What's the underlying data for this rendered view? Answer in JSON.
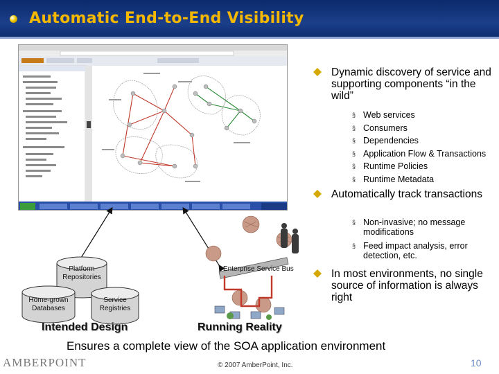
{
  "slide": {
    "title": "Automatic End-to-End Visibility",
    "tagline": "Ensures a complete view of the SOA application environment",
    "copyright": "© 2007 AmberPoint, Inc.",
    "page_number": "10",
    "logo": "AMBERPOINT"
  },
  "bullets": [
    {
      "text": "Dynamic discovery of service and supporting components “in the wild”",
      "items": [
        "Web services",
        "Consumers",
        "Dependencies",
        "Application Flow & Transactions",
        "Runtime Policies",
        "Runtime Metadata"
      ]
    },
    {
      "text": "Automatically track transactions",
      "items": [
        "Non-invasive; no message modifications",
        "Feed impact analysis, error detection, etc."
      ]
    },
    {
      "text": "In most environments, no single source of information is always right",
      "items": []
    }
  ],
  "diagram": {
    "platform_repositories": "Platform Repositories",
    "home_grown_databases": "Home-grown Databases",
    "service_registries": "Service Registries",
    "enterprise_service_bus": "Enterprise Service Bus",
    "intended_design": "Intended Design",
    "running_reality": "Running Reality"
  },
  "colors": {
    "title_bar": "#0b2a6b",
    "title_text": "#f5b800",
    "bullet_diamond": "#d4a800",
    "page_number": "#6d8bc4",
    "network_red": "#c0392b",
    "network_green": "#2e8b3a"
  },
  "icons": {
    "bullet": "diamond-icon",
    "sub_bullet": "small-square-icon"
  }
}
